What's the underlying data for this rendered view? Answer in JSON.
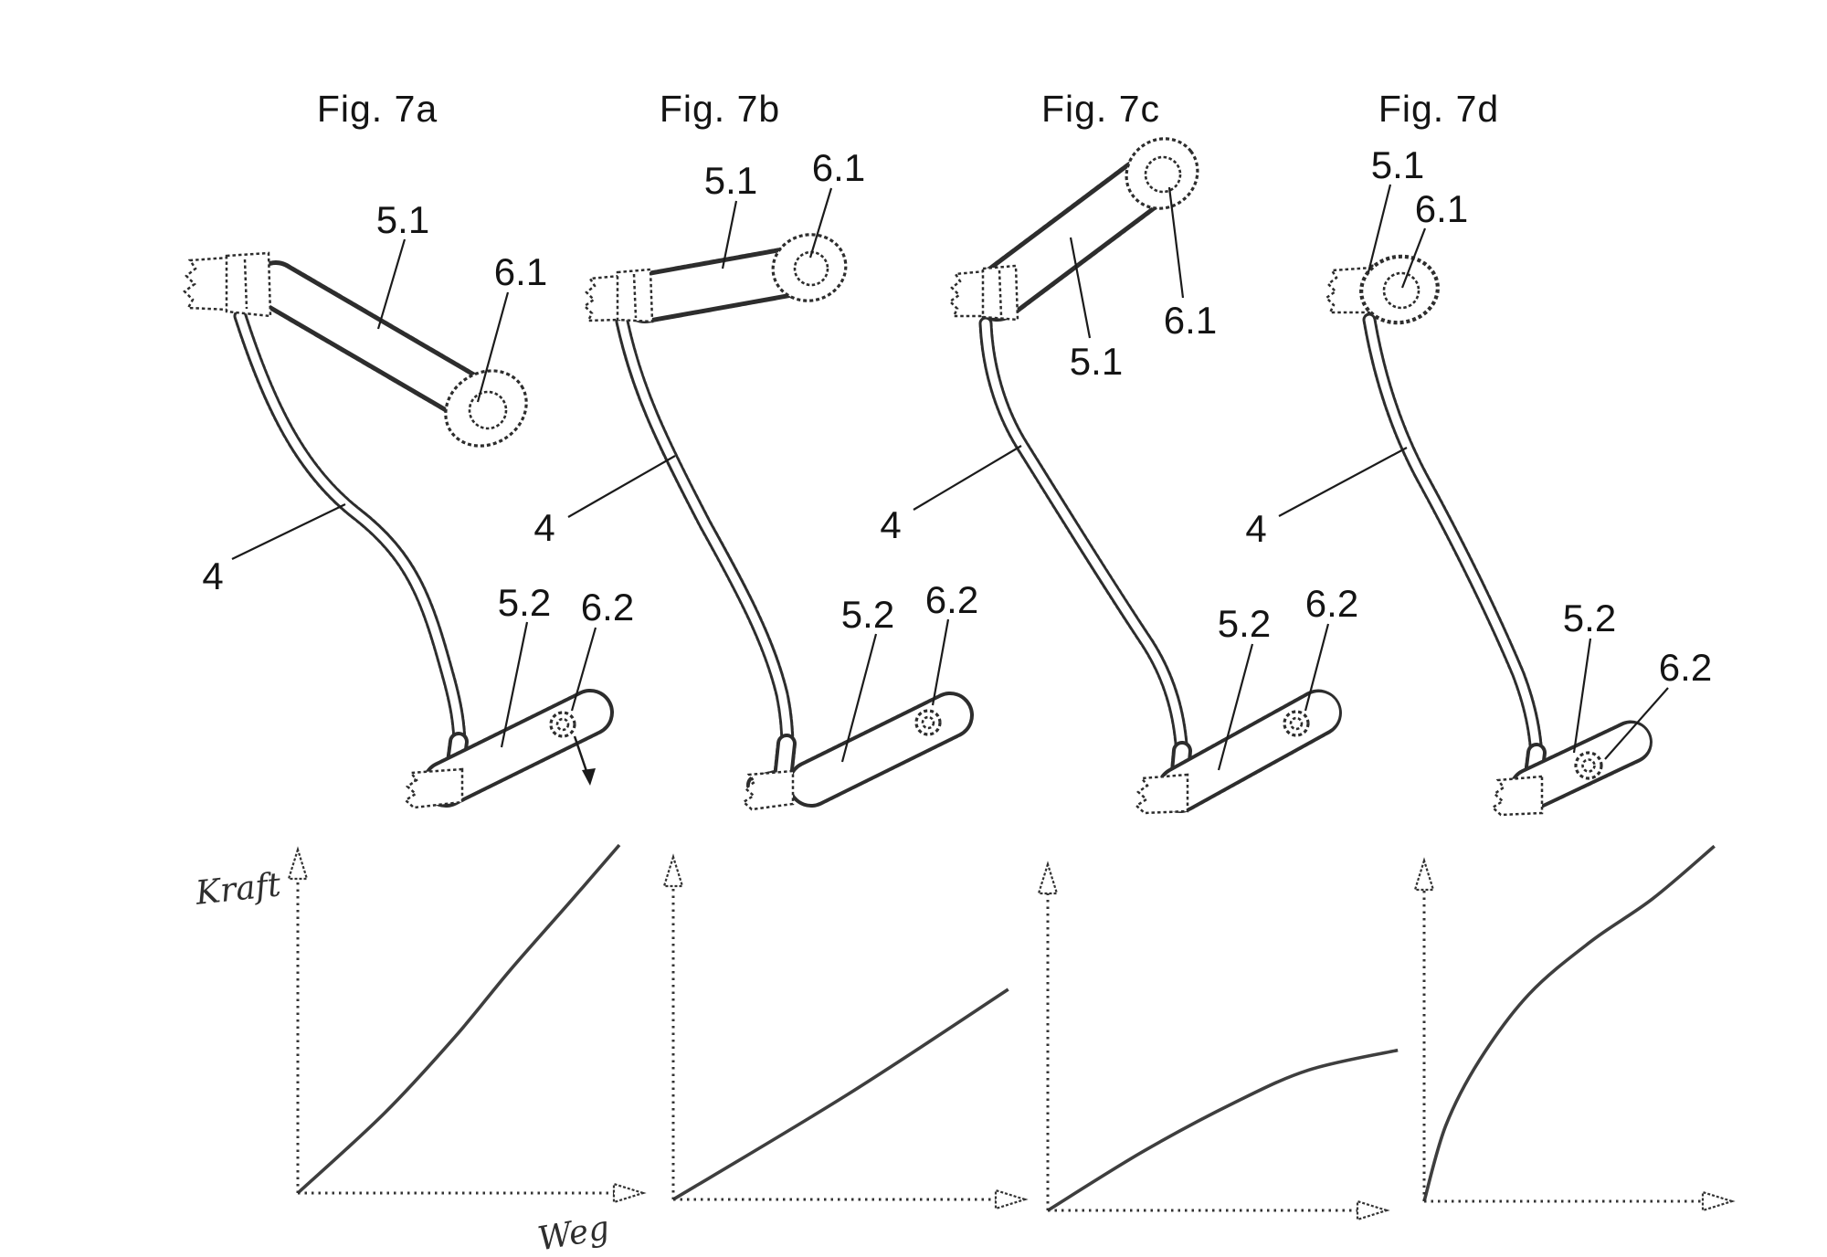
{
  "figures": [
    {
      "title": "Fig. 7a",
      "labels": {
        "lever": "5.1",
        "upper_eyelet": "6.1",
        "rod": "4",
        "bracket": "5.2",
        "lower_eyelet": "6.2"
      }
    },
    {
      "title": "Fig. 7b",
      "labels": {
        "lever": "5.1",
        "upper_eyelet": "6.1",
        "rod": "4",
        "bracket": "5.2",
        "lower_eyelet": "6.2"
      }
    },
    {
      "title": "Fig. 7c",
      "labels": {
        "lever": "5.1",
        "upper_eyelet": "6.1",
        "rod": "4",
        "bracket": "5.2",
        "lower_eyelet": "6.2"
      }
    },
    {
      "title": "Fig. 7d",
      "labels": {
        "lever": "5.1",
        "upper_eyelet": "6.1",
        "rod": "4",
        "bracket": "5.2",
        "lower_eyelet": "6.2"
      }
    }
  ],
  "axes": {
    "y_label": "Kraft",
    "x_label": "Weg"
  },
  "chart_data": [
    {
      "type": "line",
      "title": "Force-displacement curve under Fig. 7a",
      "ylabel": "Kraft",
      "xlabel": "Weg",
      "shape": "progressive (slightly superlinear), reaches full axis height",
      "points_norm": [
        [
          0,
          0
        ],
        [
          0.27,
          0.23
        ],
        [
          0.49,
          0.45
        ],
        [
          0.66,
          0.64
        ],
        [
          0.85,
          0.84
        ],
        [
          1.0,
          1.0
        ]
      ]
    },
    {
      "type": "line",
      "title": "Force-displacement curve under Fig. 7b",
      "ylabel": "",
      "xlabel": "",
      "shape": "linear, ends at about 63% of axis height",
      "points_norm": [
        [
          0,
          0
        ],
        [
          0.5,
          0.315
        ],
        [
          0.96,
          0.63
        ]
      ]
    },
    {
      "type": "line",
      "title": "Force-displacement curve under Fig. 7c",
      "ylabel": "",
      "xlabel": "",
      "shape": "degressive (flattening), ends at about 49% of axis height",
      "points_norm": [
        [
          0,
          0
        ],
        [
          0.28,
          0.18
        ],
        [
          0.55,
          0.33
        ],
        [
          0.77,
          0.43
        ],
        [
          1.03,
          0.49
        ]
      ]
    },
    {
      "type": "line",
      "title": "Force-displacement curve under Fig. 7d",
      "ylabel": "",
      "xlabel": "",
      "shape": "strongly degressive, steep start then saturating near full height",
      "points_norm": [
        [
          0,
          0
        ],
        [
          0.07,
          0.23
        ],
        [
          0.18,
          0.43
        ],
        [
          0.34,
          0.63
        ],
        [
          0.54,
          0.79
        ],
        [
          0.74,
          0.92
        ],
        [
          0.94,
          1.08
        ]
      ]
    }
  ]
}
